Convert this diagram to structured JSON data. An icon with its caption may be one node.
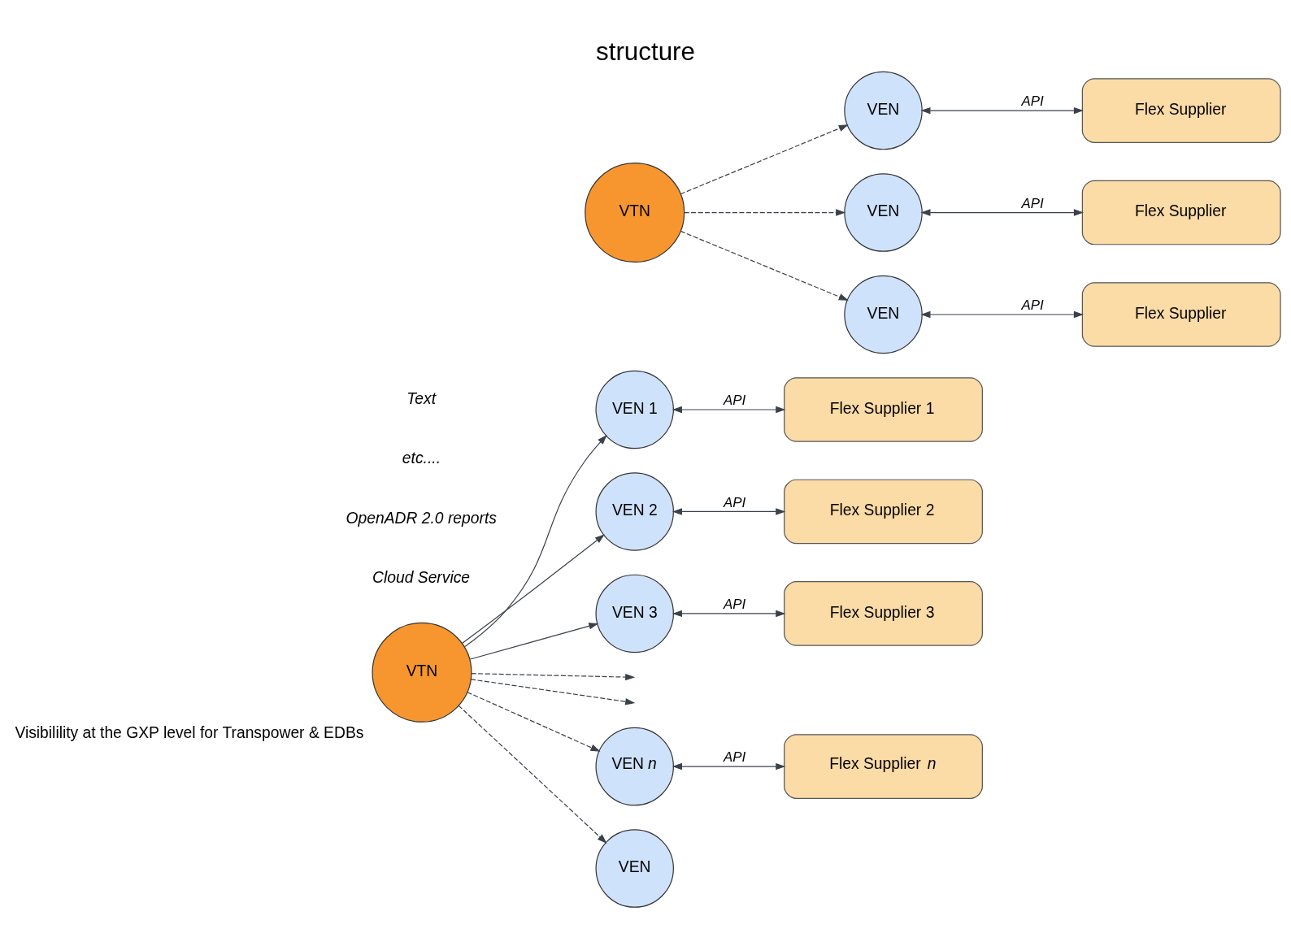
{
  "diagram": {
    "title": "structure",
    "nodes": [
      {
        "text": [
          "VTN"
        ],
        "beside": [
          "Visibilility at the GXP level for Transpower & EDBs"
        ]
      },
      {
        "text": [
          "VEN 1"
        ]
      },
      {
        "text": [
          "Flex Supplier 1"
        ]
      },
      {
        "text": [
          "VEN 2"
        ]
      },
      {
        "text": [
          "Flex Supplier 2"
        ]
      },
      {
        "text": [
          "VEN 3"
        ]
      },
      {
        "text": [
          "Flex Supplier 3"
        ]
      },
      {
        "text": [
          "VEN *n*"
        ]
      },
      {
        "text": [
          "Flex Supplier *n*"
        ]
      },
      {
        "text": [
          "VEN"
        ]
      },
      {
        "text": [
          "VTN"
        ]
      },
      {
        "text": [
          "VEN"
        ]
      },
      {
        "text": [
          "Flex Supplier"
        ]
      },
      {
        "text": [
          "VEN"
        ]
      },
      {
        "text": [
          "Flex Supplier"
        ]
      },
      {
        "text": [
          "VEN"
        ]
      },
      {
        "text": [
          "Flex Supplier"
        ]
      }
    ],
    "edges": [
      {
        "from": 0,
        "to": 1,
        "arrow": "to"
      },
      {
        "from": 0,
        "to": 3,
        "arrow": "to"
      },
      {
        "from": 0,
        "to": 5,
        "arrow": "to"
      },
      {
        "from": 0,
        "to": null,
        "arrow": "to",
        "style": "dashed"
      },
      {
        "from": 0,
        "to": null,
        "arrow": "to",
        "style": "dashed"
      },
      {
        "from": 0,
        "to": 7,
        "arrow": "to",
        "style": "dashed"
      },
      {
        "from": 0,
        "to": 9,
        "arrow": "to",
        "style": "dashed"
      },
      {
        "from": 1,
        "to": 2,
        "arrow": "both",
        "label": "API"
      },
      {
        "from": 3,
        "to": 4,
        "arrow": "both",
        "label": "API"
      },
      {
        "from": 5,
        "to": 6,
        "arrow": "both",
        "label": "API"
      },
      {
        "from": 7,
        "to": 8,
        "arrow": "both",
        "label": "API"
      },
      {
        "from": 10,
        "to": 11,
        "arrow": "to",
        "style": "dashed"
      },
      {
        "from": 10,
        "to": 13,
        "arrow": "to",
        "style": "dashed"
      },
      {
        "from": 10,
        "to": 15,
        "arrow": "to",
        "style": "dashed"
      },
      {
        "from": 11,
        "to": 12,
        "arrow": "both",
        "label": "API"
      },
      {
        "from": 13,
        "to": 14,
        "arrow": "both",
        "label": "API"
      },
      {
        "from": 15,
        "to": 16,
        "arrow": "both",
        "label": "API"
      }
    ],
    "labels": [
      "Cloud Service",
      "OpenADR 2.0 reports",
      "etc....",
      "Text"
    ]
  }
}
